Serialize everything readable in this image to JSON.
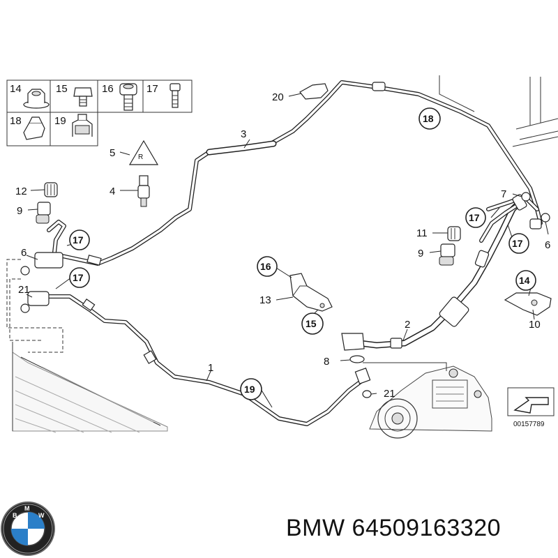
{
  "legend": {
    "items": [
      {
        "num": "14"
      },
      {
        "num": "15"
      },
      {
        "num": "16"
      },
      {
        "num": "17"
      },
      {
        "num": "18"
      },
      {
        "num": "19"
      }
    ]
  },
  "callouts": {
    "c1": "1",
    "c2": "2",
    "c3": "3",
    "c4": "4",
    "c5": "5",
    "c6a": "6",
    "c6b": "6",
    "c7": "7",
    "c8": "8",
    "c9a": "9",
    "c9b": "9",
    "c10": "10",
    "c11": "11",
    "c12": "12",
    "c13": "13",
    "c20": "20",
    "c21a": "21",
    "c21b": "21",
    "ring17a": "17",
    "ring17b": "17",
    "ring17c": "17",
    "ring17d": "17",
    "ring18": "18",
    "ring19": "19",
    "ring16": "16",
    "ring15": "15",
    "ring14": "14"
  },
  "diagram_id": "00157789",
  "caption": {
    "brand": "BMW",
    "part_number": "64509163320"
  },
  "logo": {
    "letters": "BMW",
    "colors": {
      "blue": "#2b7fc8",
      "black": "#111111",
      "white": "#ffffff"
    }
  }
}
